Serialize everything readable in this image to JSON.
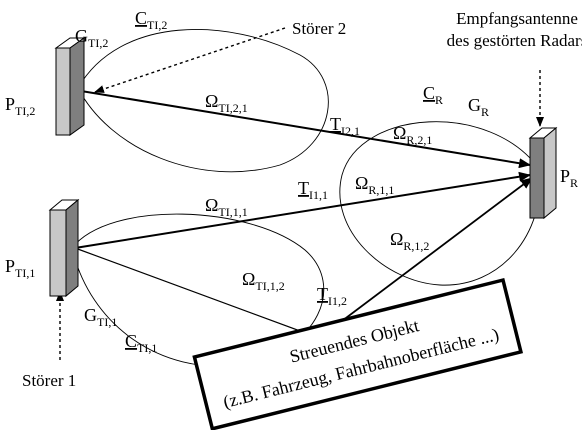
{
  "labels": {
    "g_ti2": {
      "main": "G",
      "sub": "TI,2"
    },
    "c_ti2": {
      "main": "C",
      "sub": "TI,2"
    },
    "p_ti2": {
      "main": "P",
      "sub": "TI,2"
    },
    "omega_ti2_1": {
      "main": "Ω",
      "sub": "TI,2,1"
    },
    "t_i21": {
      "main": "T",
      "sub": "I2,1"
    },
    "c_r": {
      "main": "C",
      "sub": "R"
    },
    "g_r": {
      "main": "G",
      "sub": "R"
    },
    "omega_r21": {
      "main": "Ω",
      "sub": "R,2,1"
    },
    "omega_r11": {
      "main": "Ω",
      "sub": "R,1,1"
    },
    "omega_r12": {
      "main": "Ω",
      "sub": "R,1,2"
    },
    "p_r": {
      "main": "P",
      "sub": "R"
    },
    "omega_ti1_1": {
      "main": "Ω",
      "sub": "TI,1,1"
    },
    "t_i11": {
      "main": "T",
      "sub": "I1,1"
    },
    "p_ti1": {
      "main": "P",
      "sub": "TI,1"
    },
    "omega_ti1_2": {
      "main": "Ω",
      "sub": "TI,1,2"
    },
    "t_i12": {
      "main": "T",
      "sub": "I1,2"
    },
    "g_ti1": {
      "main": "G",
      "sub": "TI,1"
    },
    "c_ti1": {
      "main": "C",
      "sub": "TI,1"
    }
  },
  "text": {
    "stoerer2": "Störer 2",
    "stoerer1": "Störer 1",
    "empfang_line1": "Empfangsantenne",
    "empfang_line2": "des gestörten Radars",
    "objekt_line1": "Streuendes Objekt",
    "objekt_line2": "(z.B. Fahrzeug, Fahrbahnoberfläche ...)"
  }
}
